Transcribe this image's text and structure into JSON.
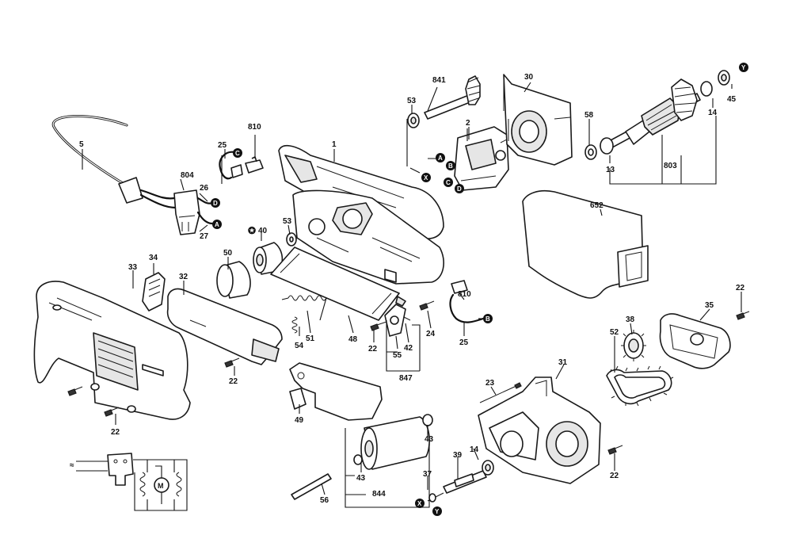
{
  "diagram": {
    "labels": {
      "p1": "1",
      "p2": "2",
      "p5": "5",
      "p13": "13",
      "p14a": "14",
      "p14b": "14",
      "p22a": "22",
      "p22b": "22",
      "p22c": "22",
      "p22d": "22",
      "p22e": "22",
      "p23": "23",
      "p24": "24",
      "p25a": "25",
      "p25b": "25",
      "p26": "26",
      "p27": "27",
      "p30": "30",
      "p31": "31",
      "p32": "32",
      "p33": "33",
      "p34": "34",
      "p35": "35",
      "p37": "37",
      "p38": "38",
      "p39": "39",
      "p40": "40",
      "p42": "42",
      "p43a": "43",
      "p43b": "43",
      "p45": "45",
      "p48": "48",
      "p49": "49",
      "p50": "50",
      "p51": "51",
      "p52": "52",
      "p53a": "53",
      "p53b": "53",
      "p54": "54",
      "p55": "55",
      "p56": "56",
      "p58": "58",
      "p652": "652",
      "p803": "803",
      "p804": "804",
      "p810a": "810",
      "p810b": "810",
      "p841": "841",
      "p844": "844",
      "p847": "847"
    },
    "markers": {
      "a1": "A",
      "a2": "A",
      "b1": "B",
      "b2": "B",
      "c1": "C",
      "c2": "C",
      "d1": "D",
      "d2": "D",
      "x1": "X",
      "x2": "X",
      "y1": "Y",
      "y2": "Y"
    },
    "star_symbol": "✪",
    "schematic": {
      "supply_symbol": "≈",
      "motor": "M"
    }
  }
}
